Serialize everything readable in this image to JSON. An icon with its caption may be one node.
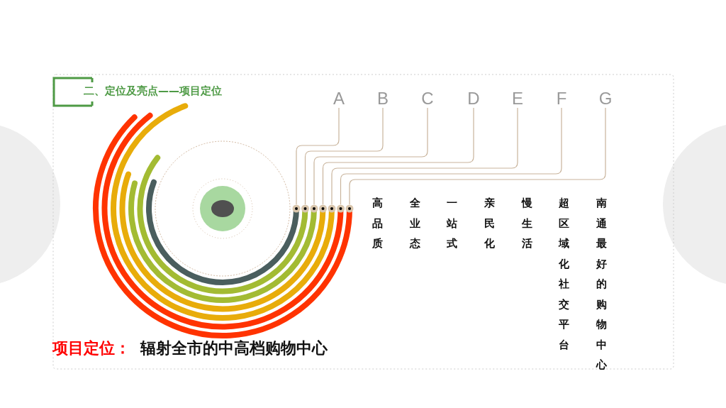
{
  "diagram": {
    "title": "二、定位及亮点——项目定位",
    "nodes": [
      {
        "text": [
          "A"
        ]
      },
      {
        "text": [
          "B"
        ]
      },
      {
        "text": [
          "C"
        ]
      },
      {
        "text": [
          "D"
        ]
      },
      {
        "text": [
          "E"
        ]
      },
      {
        "text": [
          "F"
        ]
      },
      {
        "text": [
          "G"
        ]
      },
      {
        "text": [],
        "shape": "circle"
      },
      {
        "text": [],
        "shape": "circle"
      },
      {
        "text": [],
        "shape": "circle"
      },
      {
        "text": [],
        "shape": "circle"
      },
      {
        "text": [],
        "shape": "circle"
      },
      {
        "text": [],
        "shape": "circle"
      },
      {
        "text": [],
        "shape": "circle"
      }
    ],
    "edges": [
      {
        "from": 0,
        "to": 7,
        "arrow": "none"
      },
      {
        "from": 1,
        "to": 8,
        "arrow": "none"
      },
      {
        "from": 2,
        "to": 9,
        "arrow": "none"
      },
      {
        "from": 3,
        "to": 10,
        "arrow": "none"
      },
      {
        "from": 4,
        "to": 11,
        "arrow": "none"
      },
      {
        "from": 5,
        "to": 12,
        "arrow": "none"
      },
      {
        "from": 6,
        "to": 13,
        "arrow": "none"
      }
    ],
    "labels": [
      "高品质",
      "全业态",
      "一站式",
      "亲民化",
      "慢生活",
      "超区域化社交平台",
      "南通最好的购物中心",
      "项目定位：",
      "辐射全市的中高档购物中心"
    ]
  }
}
